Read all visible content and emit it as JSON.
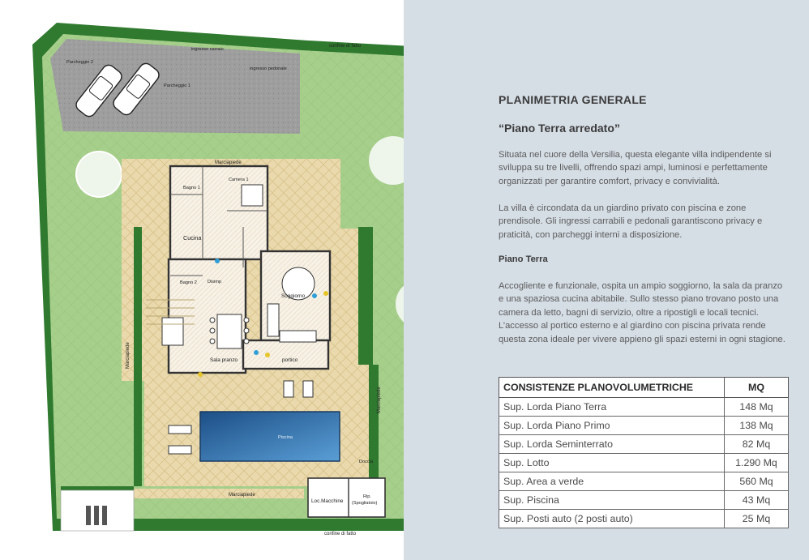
{
  "plan": {
    "labels": {
      "ingresso_carraio": "ingresso carraio",
      "confine_di_fatto_top": "confine di fatto",
      "ingresso_pedonale": "ingresso pedonale",
      "parcheggio_2": "Parcheggio 2",
      "parcheggio_1": "Parcheggio 1",
      "marciapiede_top": "Marciapiede",
      "camera": "Camera 1",
      "bagno1": "Bagno 1",
      "cucina": "Cucina",
      "bagno2": "Bagno 2",
      "disimp": "Disimp",
      "soggiorno": "Soggiorno",
      "sala_pranzo": "Sala pranzo",
      "portico": "portico",
      "marciapiede_left": "Marciapiede",
      "marciapiede_right": "Marciapiede",
      "piscina": "Piscina",
      "doccia": "Doccia",
      "marciapiede_bottom": "Marciapiede",
      "loc_macchine": "Loc.Macchine",
      "rip": "Rip.",
      "spogliatoio": "(Spogliatoio)",
      "confine_di_fatto_bottom": "confine di fatto"
    }
  },
  "side": {
    "title": "PLANIMETRIA GENERALE",
    "subtitle": "“Piano Terra arredato”",
    "paragraph1": "Situata nel cuore della Versilia, questa elegante villa indipendente si sviluppa su tre livelli, offrendo spazi ampi, luminosi e perfettamente organizzati per garantire comfort, privacy e convivialità.",
    "paragraph2": "La villa è circondata da un giardino privato con piscina e zone prendisole. Gli ingressi carrabili e pedonali garantiscono privacy e praticità, con parcheggi interni a disposizione.",
    "section_title": "Piano Terra",
    "paragraph3": "Accogliente e funzionale, ospita un ampio soggiorno, la sala da pranzo e una spaziosa cucina abitabile. Sullo stesso piano trovano posto una camera da letto, bagni di servizio, oltre a ripostigli e locali tecnici. L’accesso al portico esterno e al giardino con piscina privata rende questa zona ideale per vivere appieno gli spazi esterni in ogni stagione."
  },
  "table": {
    "headers": [
      "CONSISTENZE PLANOVOLUMETRICHE",
      "MQ"
    ],
    "rows": [
      {
        "label": "Sup. Lorda Piano Terra",
        "value": "148 Mq"
      },
      {
        "label": "Sup. Lorda Piano Primo",
        "value": "138 Mq"
      },
      {
        "label": "Sup. Lorda Seminterrato",
        "value": "82 Mq"
      },
      {
        "label": "Sup. Lotto",
        "value": "1.290 Mq"
      },
      {
        "label": "Sup. Area a verde",
        "value": "560 Mq"
      },
      {
        "label": "Sup. Piscina",
        "value": "43 Mq"
      },
      {
        "label": "Sup. Posti auto (2 posti auto)",
        "value": "25 Mq"
      }
    ]
  },
  "colors": {
    "side_bg": "#d5dde5",
    "hedge": "#2e7d32",
    "lawn": "#a9d08e",
    "gravel": "#9a9a9a",
    "terrace": "#e8d7a8",
    "pool": "#1f5f96"
  }
}
